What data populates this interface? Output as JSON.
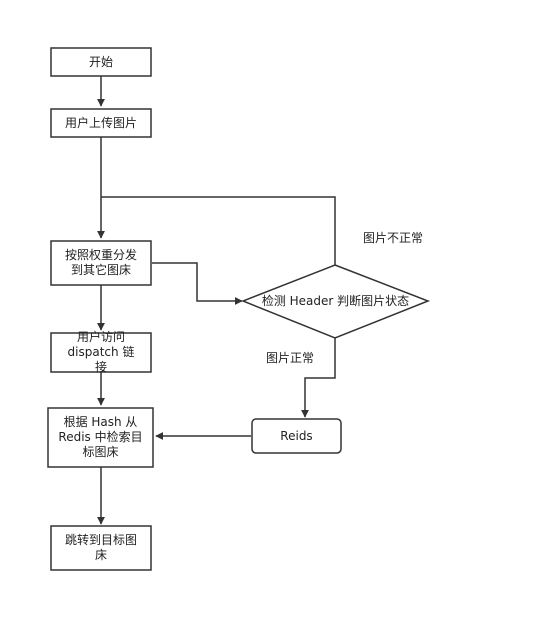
{
  "nodes": {
    "start": "开始",
    "upload": "用户上传图片",
    "distribute": "按照权重分发到其它图床",
    "check": "检测 Header 判断图片状态",
    "visit": "用户访问 dispatch 链接",
    "search": "根据 Hash 从 Redis 中检索目标图床",
    "redis": "Reids",
    "jump": "跳转到目标图床"
  },
  "edges": {
    "abnormal": "图片不正常",
    "normal": "图片正常"
  },
  "colors": {
    "stroke": "#333333",
    "fill": "#ffffff",
    "text": "#222222"
  }
}
